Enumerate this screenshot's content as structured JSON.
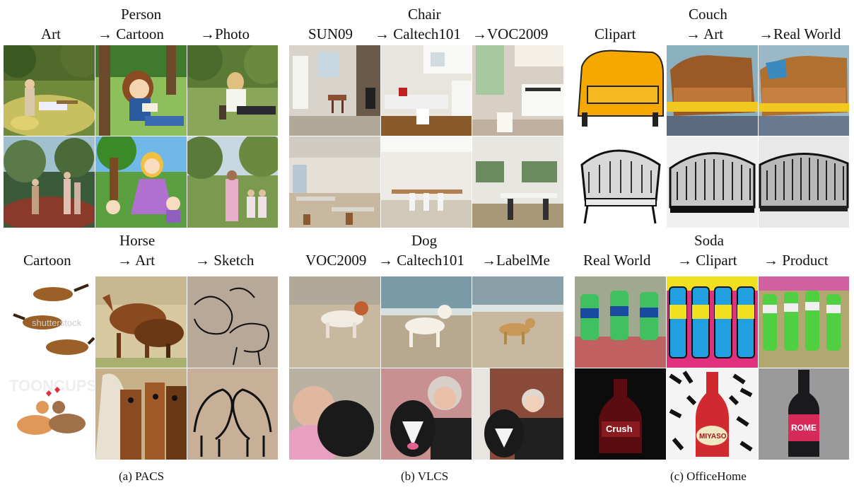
{
  "pacs": {
    "person": {
      "class": "Person",
      "col1": "Art",
      "col2": "→ Cartoon",
      "col3": "→Photo"
    },
    "horse": {
      "class": "Horse",
      "col1": "Cartoon",
      "col2": "→ Art",
      "col3": "→ Sketch"
    },
    "caption": "(a) PACS",
    "watermark": "shutterstock",
    "watermark2": "TOONCUPS"
  },
  "vlcs": {
    "chair": {
      "class": "Chair",
      "col1": "SUN09",
      "col2": "→ Caltech101",
      "col3": "→VOC2009"
    },
    "dog": {
      "class": "Dog",
      "col1": "VOC2009",
      "col2": "→ Caltech101",
      "col3": "→LabelMe"
    },
    "caption": "(b) VLCS"
  },
  "officehome": {
    "couch": {
      "class": "Couch",
      "col1": "Clipart",
      "col2": "→ Art",
      "col3": "→Real World"
    },
    "soda": {
      "class": "Soda",
      "col1": "Real World",
      "col2": "→ Clipart",
      "col3": "→ Product"
    },
    "caption": "(c) OfficeHome",
    "label_crush": "Crush",
    "label_miyaso": "MIYASO",
    "label_rome": "ROME"
  },
  "colors": {
    "background": "#ffffff",
    "text": "#111111"
  }
}
